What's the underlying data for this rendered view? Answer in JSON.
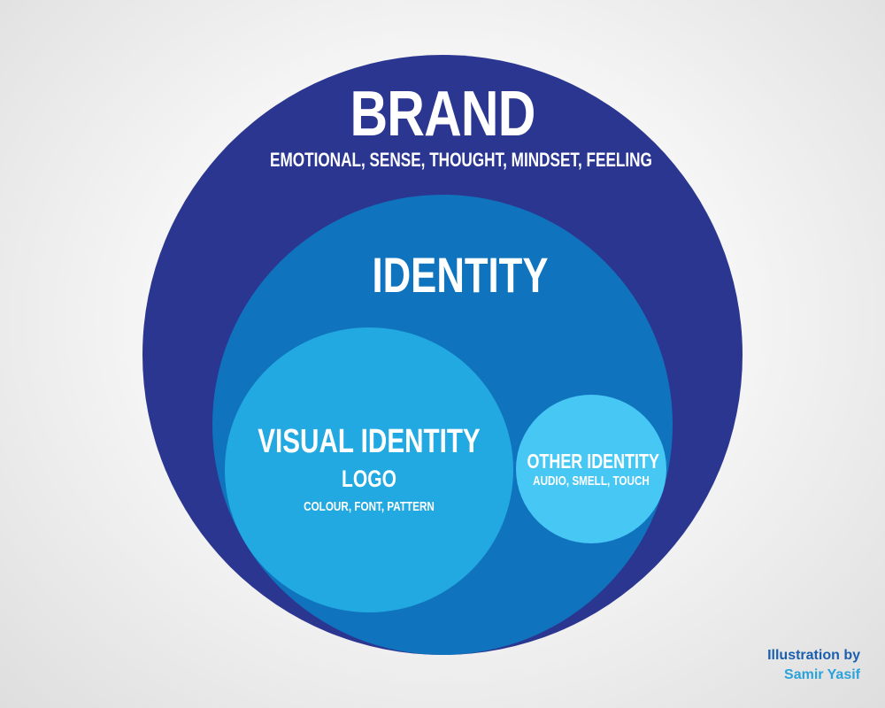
{
  "colors": {
    "brand": "#2b3690",
    "identity": "#0f73bd",
    "visual_identity": "#23a9e1",
    "other_identity": "#47c7f4",
    "credit_primary": "#1b5fae",
    "credit_secondary": "#2aa3db"
  },
  "brand": {
    "title": "BRAND",
    "subtitle": "EMOTIONAL, SENSE, THOUGHT, MINDSET, FEELING"
  },
  "identity": {
    "title": "IDENTITY"
  },
  "visual_identity": {
    "title": "VISUAL IDENTITY",
    "subtitle": "LOGO",
    "detail": "COLOUR, FONT, PATTERN"
  },
  "other_identity": {
    "title": "OTHER IDENTITY",
    "detail": "AUDIO, SMELL, TOUCH"
  },
  "credit": {
    "line1": "Illustration by",
    "line2": "Samir Yasif"
  }
}
